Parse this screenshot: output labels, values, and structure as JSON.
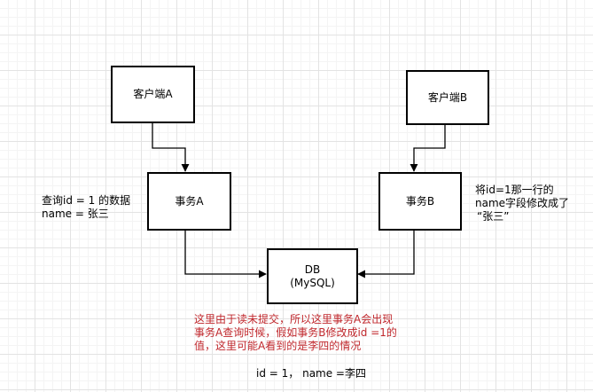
{
  "nodes": {
    "client_a": {
      "label": "客户端A"
    },
    "client_b": {
      "label": "客户端B"
    },
    "txn_a": {
      "label": "事务A"
    },
    "txn_b": {
      "label": "事务B"
    },
    "db": {
      "line1": "DB",
      "line2": "(MySQL)"
    }
  },
  "notes": {
    "left": {
      "line1": "查询id = 1 的数据",
      "line2": "name = 张三"
    },
    "right": {
      "line1": "将id=1那一行的",
      "line2": "name字段修改成了",
      "line3": "“张三”"
    },
    "explain": {
      "line1": "这里由于读未提交，所以这里事务A会出现",
      "line2": "事务A查询时候，假如事务B修改成id =1的",
      "line3": "值，这里可能A看到的是李四的情况"
    },
    "result": {
      "line1": "id = 1， name =李四"
    }
  },
  "colors": {
    "line": "#000000",
    "annotation": "#c0282d",
    "grid": "#e3e3e3"
  }
}
